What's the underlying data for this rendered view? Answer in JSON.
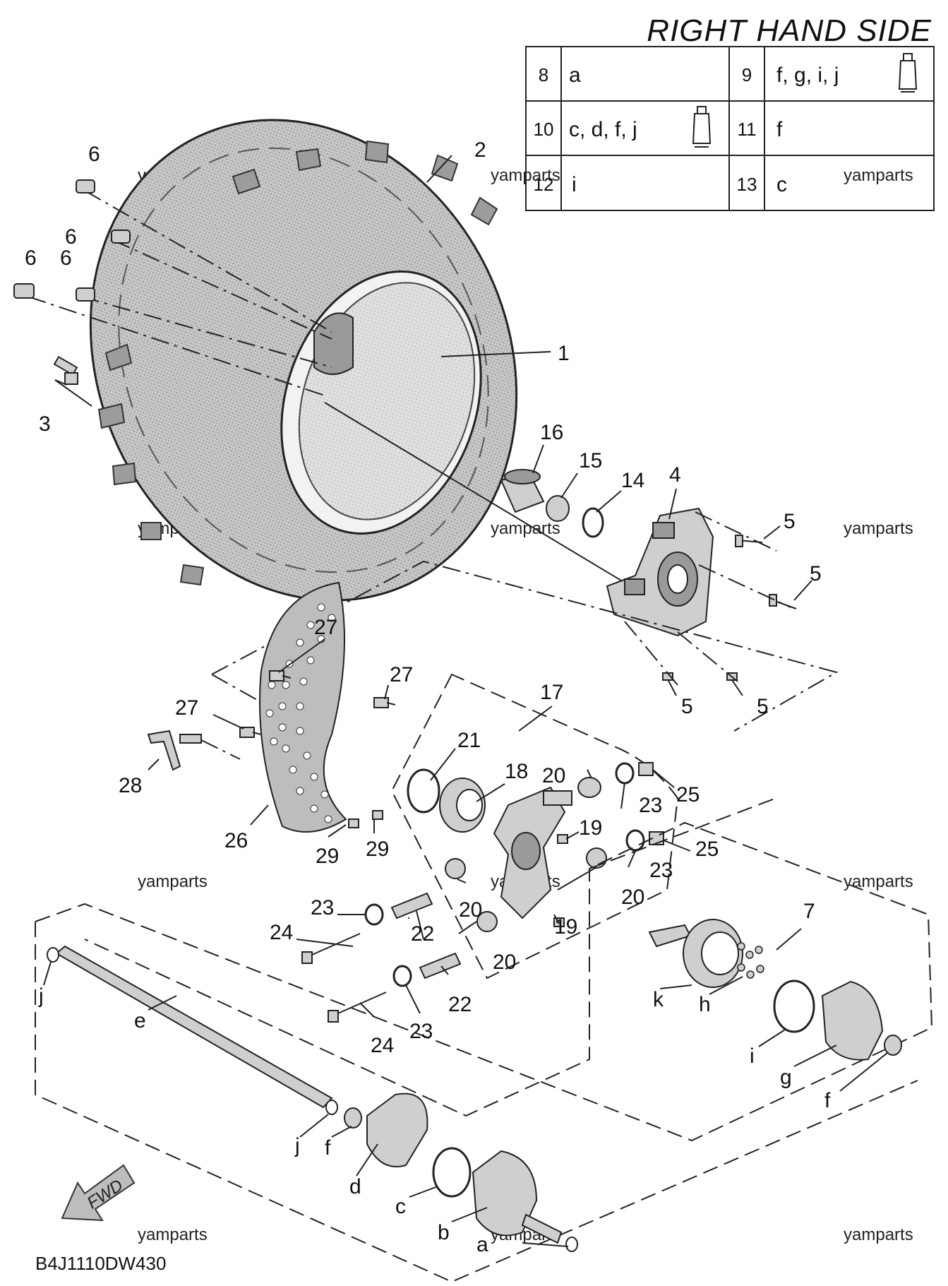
{
  "title": "RIGHT HAND SIDE",
  "diagram_code": "B4J1110DW430",
  "watermark": "yamparts",
  "fwd_label": "FWD",
  "lube_table": [
    {
      "num": "8",
      "letters": "a",
      "tube": false
    },
    {
      "num": "9",
      "letters": "f, g, i, j",
      "tube": true
    },
    {
      "num": "10",
      "letters": "c, d, f, j",
      "tube": true
    },
    {
      "num": "11",
      "letters": "f",
      "tube": false
    },
    {
      "num": "12",
      "letters": "i",
      "tube": false
    },
    {
      "num": "13",
      "letters": "c",
      "tube": false
    }
  ],
  "callouts": {
    "c1": "1",
    "c2": "2",
    "c3": "3",
    "c4": "4",
    "c5a": "5",
    "c5b": "5",
    "c5c": "5",
    "c5d": "5",
    "c6a": "6",
    "c6b": "6",
    "c6c": "6",
    "c6d": "6",
    "c7": "7",
    "c14": "14",
    "c15": "15",
    "c16": "16",
    "c17": "17",
    "c18": "18",
    "c19a": "19",
    "c19b": "19",
    "c20a": "20",
    "c20b": "20",
    "c20c": "20",
    "c20d": "20",
    "c21": "21",
    "c22a": "22",
    "c22b": "22",
    "c23a": "23",
    "c23b": "23",
    "c23c": "23",
    "c23d": "23",
    "c24a": "24",
    "c24b": "24",
    "c25a": "25",
    "c25b": "25",
    "c26": "26",
    "c27a": "27",
    "c27b": "27",
    "c27c": "27",
    "c28": "28",
    "c29a": "29",
    "c29b": "29",
    "ca": "a",
    "cb": "b",
    "cc": "c",
    "cd": "d",
    "ce": "e",
    "cf1": "f",
    "cf2": "f",
    "cg": "g",
    "ch": "h",
    "ci": "i",
    "cj1": "j",
    "cj2": "j",
    "ck": "k"
  }
}
